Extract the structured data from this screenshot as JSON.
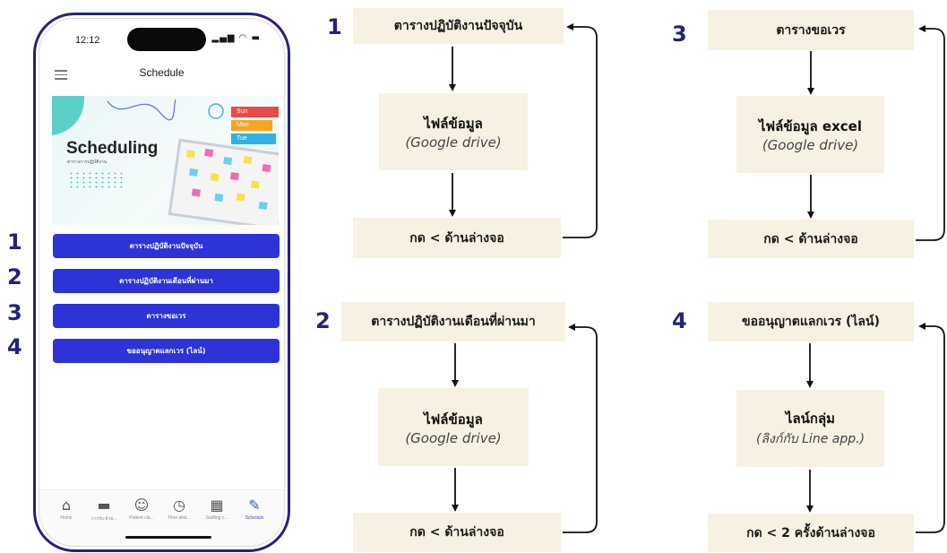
{
  "phone": {
    "time": "12:12",
    "status_icons": "▂▄▆ ◠ ▬",
    "header_title": "Schedule",
    "banner": {
      "title": "Scheduling",
      "subtitle": "ตารางการปฏิบัติงาน",
      "days": [
        "Sun",
        "Mon",
        "Tue"
      ]
    },
    "menu_buttons": [
      "ตารางปฏิบัติงานปัจจุบัน",
      "ตารางปฏิบัติงานเดือนที่ผ่านมา",
      "ตารางขอเวร",
      "ขออนุญาตแลกเวร (ไลน์)"
    ],
    "tabs": [
      {
        "label": "Home",
        "icon": "home-icon"
      },
      {
        "label": "การรับ-ย้าย...",
        "icon": "bed-icon"
      },
      {
        "label": "Patient cla...",
        "icon": "patient-icon"
      },
      {
        "label": "Time allot...",
        "icon": "clock-icon"
      },
      {
        "label": "Staffing c...",
        "icon": "calculator-icon"
      },
      {
        "label": "Schedule",
        "icon": "schedule-icon"
      }
    ]
  },
  "side_numbers": [
    "1",
    "2",
    "3",
    "4"
  ],
  "flows": [
    {
      "number": "1",
      "header": "ตารางปฏิบัติงานปัจจุบัน",
      "middle_title": "ไฟล์ข้อมูล",
      "middle_sub": "(Google drive)",
      "bottom": "กด < ด้านล่างจอ"
    },
    {
      "number": "2",
      "header": "ตารางปฏิบัติงานเดือนที่ผ่านมา",
      "middle_title": "ไฟล์ข้อมูล",
      "middle_sub": "(Google drive)",
      "bottom": "กด < ด้านล่างจอ"
    },
    {
      "number": "3",
      "header": "ตารางขอเวร",
      "middle_title": "ไฟล์ข้อมูล excel",
      "middle_sub": "(Google drive)",
      "bottom": "กด < ด้านล่างจอ"
    },
    {
      "number": "4",
      "header": "ขออนุญาตแลกเวร (ไลน์)",
      "middle_title": "ไลน์กลุ่ม",
      "middle_sub": "(ลิงก์กับ Line app.)",
      "bottom": "กด < 2 ครั้งด้านล่างจอ"
    }
  ],
  "colors": {
    "button_blue": "#2d33d6",
    "number_navy": "#24227a",
    "box_beige": "#f7f1e3"
  }
}
